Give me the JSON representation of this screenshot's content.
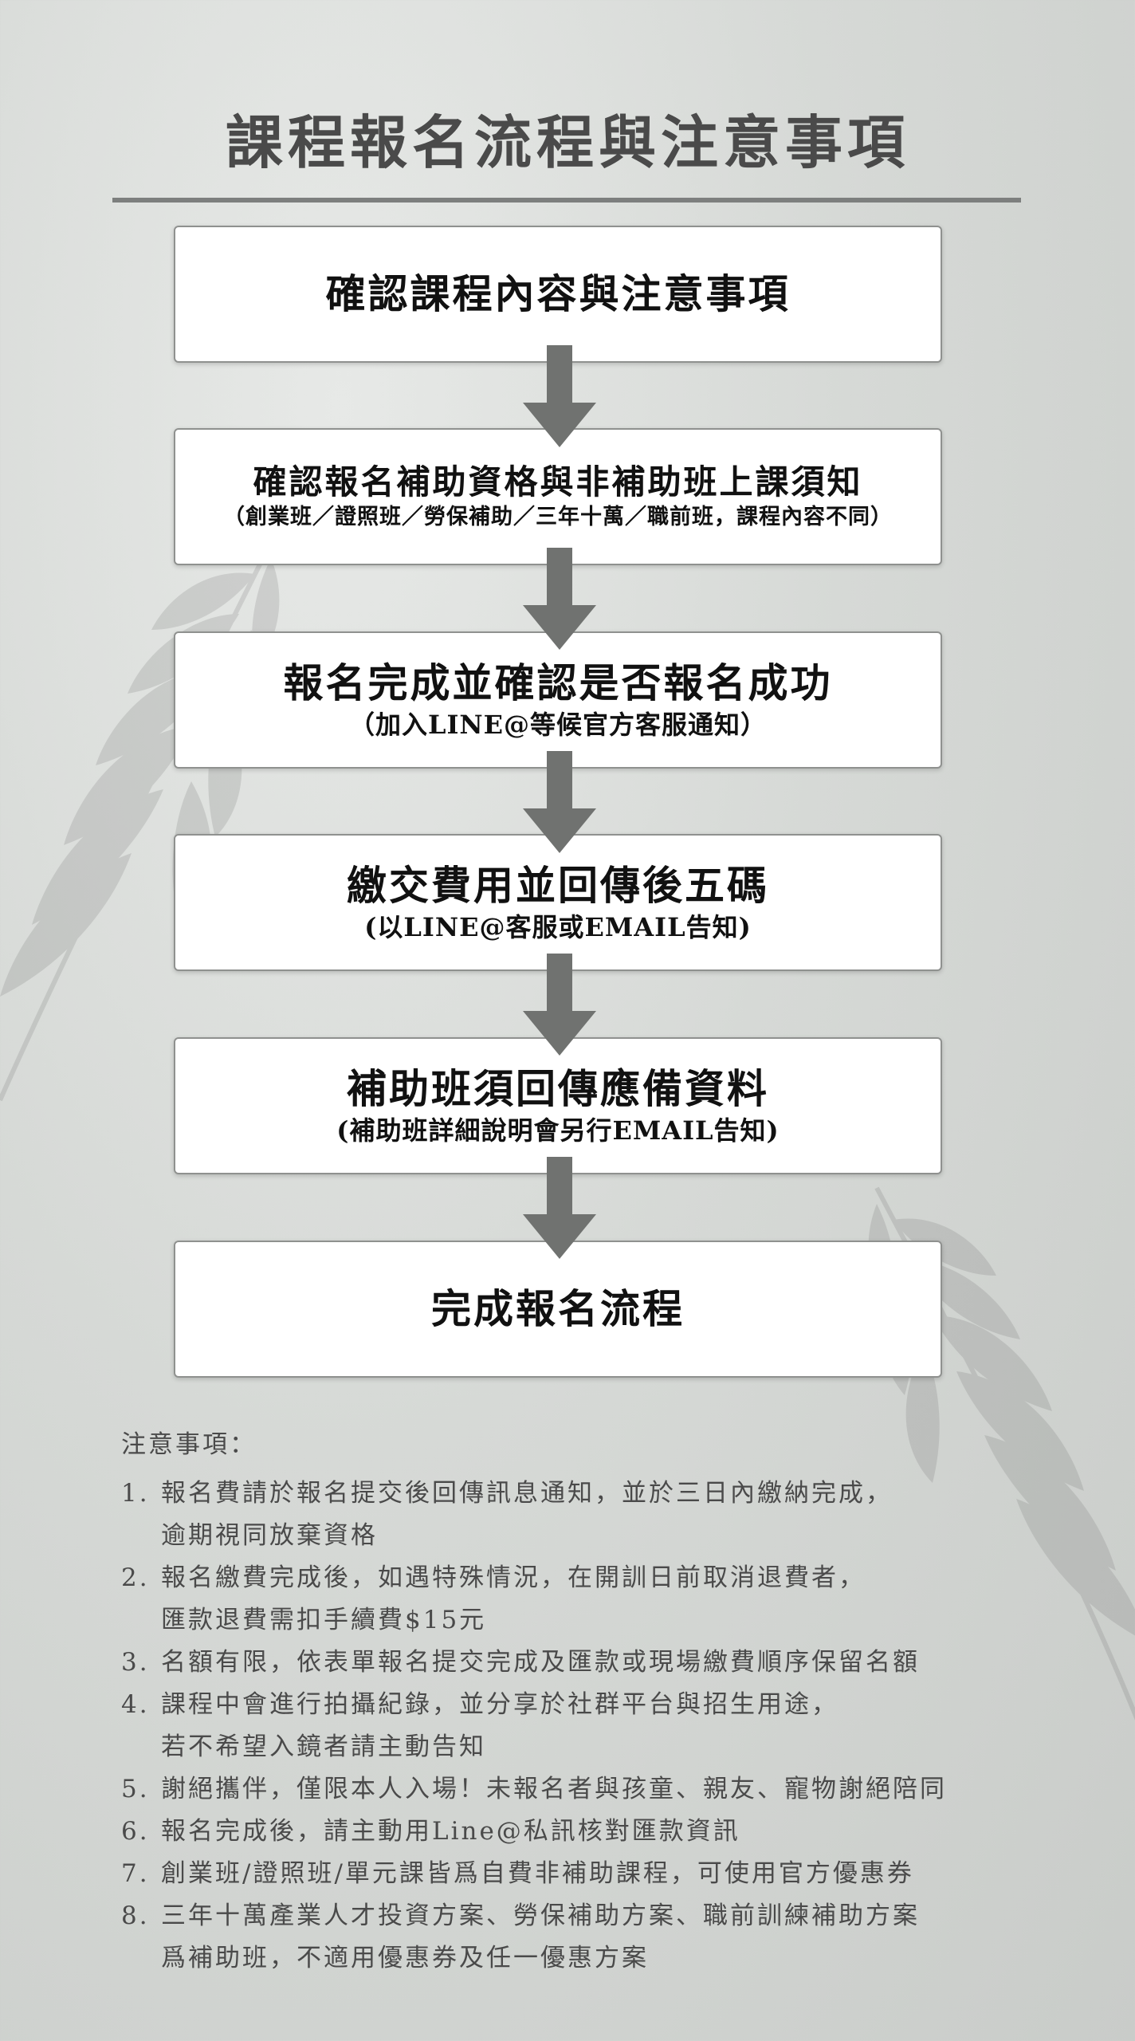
{
  "title": "課程報名流程與注意事項",
  "steps": [
    {
      "main": "確認課程內容與注意事項",
      "sub": ""
    },
    {
      "main": "確認報名補助資格與非補助班上課須知",
      "sub": "（創業班／證照班／勞保補助／三年十萬／職前班，課程內容不同）"
    },
    {
      "main": "報名完成並確認是否報名成功",
      "sub": "（加入LINE@等候官方客服通知）"
    },
    {
      "main": "繳交費用並回傳後五碼",
      "sub": "(以LINE@客服或EMAIL告知)"
    },
    {
      "main": "補助班須回傳應備資料",
      "sub": "(補助班詳細說明會另行EMAIL告知)"
    },
    {
      "main": "完成報名流程",
      "sub": ""
    }
  ],
  "notes": {
    "heading": "注意事項：",
    "items": [
      {
        "num": "1.",
        "lines": [
          "報名費請於報名提交後回傳訊息通知，並於三日內繳納完成，",
          "逾期視同放棄資格"
        ]
      },
      {
        "num": "2.",
        "lines": [
          "報名繳費完成後，如遇特殊情況，在開訓日前取消退費者，",
          "匯款退費需扣手續費$15元"
        ]
      },
      {
        "num": "3.",
        "lines": [
          "名額有限，依表單報名提交完成及匯款或現場繳費順序保留名額"
        ]
      },
      {
        "num": "4.",
        "lines": [
          "課程中會進行拍攝紀錄，並分享於社群平台與招生用途，",
          "若不希望入鏡者請主動告知"
        ]
      },
      {
        "num": "5.",
        "lines": [
          "謝絕攜伴，僅限本人入場！未報名者與孩童、親友、寵物謝絕陪同"
        ]
      },
      {
        "num": "6.",
        "lines": [
          "報名完成後，請主動用Line@私訊核對匯款資訊"
        ]
      },
      {
        "num": "7.",
        "lines": [
          "創業班/證照班/單元課皆爲自費非補助課程，可使用官方優惠券"
        ]
      },
      {
        "num": "8.",
        "lines": [
          "三年十萬產業人才投資方案、勞保補助方案、職前訓練補助方案",
          "爲補助班，不適用優惠券及任一優惠方案"
        ]
      }
    ]
  }
}
